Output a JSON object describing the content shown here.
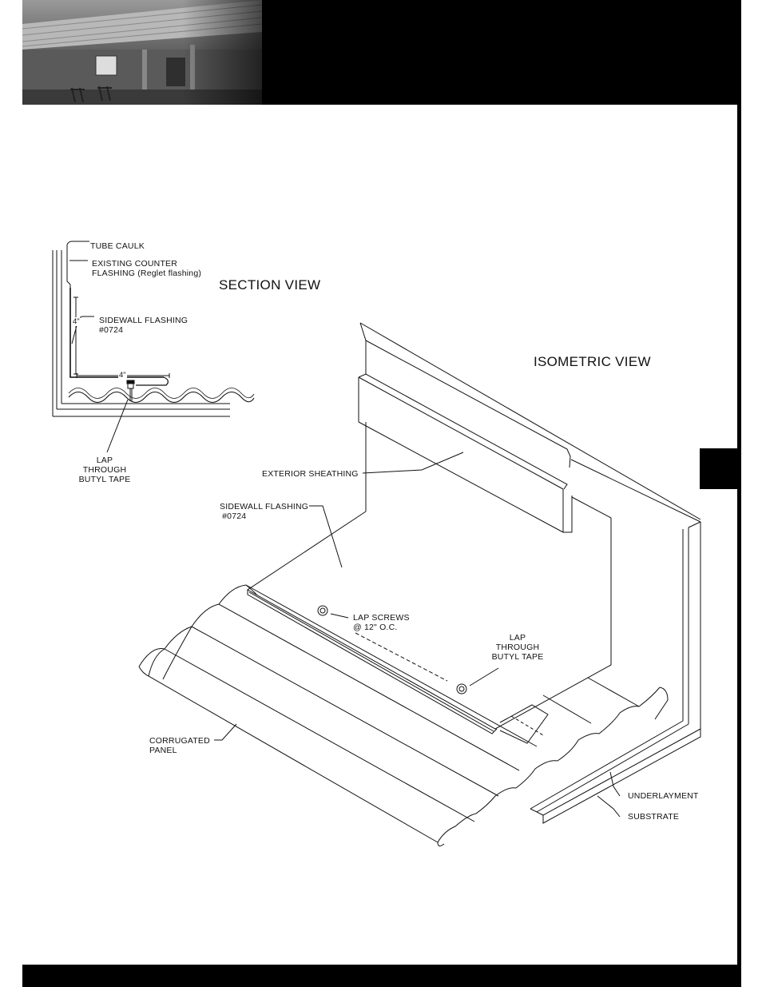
{
  "diagram": {
    "section_title": "SECTION VIEW",
    "isometric_title": "ISOMETRIC VIEW",
    "section_labels": {
      "tube_caulk": "TUBE CAULK",
      "existing_counter_flashing": "EXISTING COUNTER\nFLASHING (Reglet flashing)",
      "sidewall_flashing": "SIDEWALL FLASHING\n#0724",
      "lap_through_butyl_tape": "LAP\nTHROUGH\nBUTYL TAPE",
      "dim_vertical": "4\"",
      "dim_horizontal": "4\""
    },
    "isometric_labels": {
      "exterior_sheathing": "EXTERIOR SHEATHING",
      "sidewall_flashing": "SIDEWALL FLASHING\n #0724",
      "lap_screws": "LAP SCREWS\n@ 12\" O.C.",
      "lap_through_butyl_tape": "LAP\nTHROUGH\nBUTYL TAPE",
      "corrugated_panel": "CORRUGATED\nPANEL",
      "underlayment": "UNDERLAYMENT",
      "substrate": "SUBSTRATE"
    }
  }
}
